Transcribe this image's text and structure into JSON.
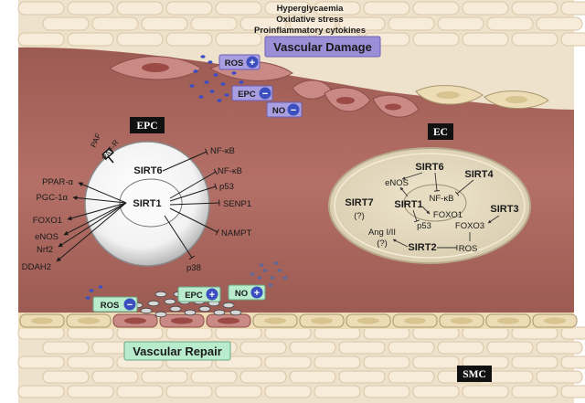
{
  "top_stressors": [
    "Hyperglycaemia",
    "Oxidative stress",
    "Proinflammatory cytokines"
  ],
  "vascular_damage": {
    "title": "Vascular Damage",
    "ros": {
      "label": "ROS",
      "sign": "+"
    },
    "epc": {
      "label": "EPC",
      "sign": "−"
    },
    "no": {
      "label": "NO",
      "sign": "−"
    }
  },
  "epc_cell": {
    "title": "EPC",
    "paf": "PAF",
    "paf_r": "PAF-R",
    "sirt6": "SIRT6",
    "sirt1": "SIRT1",
    "targets_left": [
      "PPAR-α",
      "PGC-1α",
      "FOXO1",
      "eNOS",
      "Nrf2",
      "DDAH2"
    ],
    "targets_right": [
      "NF-κB",
      "NF-κB",
      "p53",
      "SENP1",
      "NAMPT",
      "p38"
    ]
  },
  "ec_cell": {
    "title": "EC",
    "sirt6": "SIRT6",
    "sirt4": "SIRT4",
    "sirt7": "SIRT7",
    "sirt7_q": "(?)",
    "sirt1": "SIRT1",
    "sirt3": "SIRT3",
    "sirt2": "SIRT2",
    "enos": "eNOS",
    "nfkb": "NF-κB",
    "foxo1": "FOXO1",
    "foxo3": "FOXO3",
    "p53": "p53",
    "ang": "Ang I/II",
    "ang_q": "(?)",
    "ros": "ROS"
  },
  "vascular_repair": {
    "title": "Vascular Repair",
    "ros": {
      "label": "ROS",
      "sign": "−"
    },
    "epc": {
      "label": "EPC",
      "sign": "+"
    },
    "no": {
      "label": "NO",
      "sign": "+"
    }
  },
  "smc_label": "SMC",
  "colors": {
    "lumen": "#a9665e",
    "wall": "#efe2cc",
    "purple": "#9b8fd8",
    "purple_dark": "#2f2aa8",
    "green": "#b8eccd",
    "blue_circle": "#3b4fbf",
    "endothelial": "#c98a86"
  }
}
